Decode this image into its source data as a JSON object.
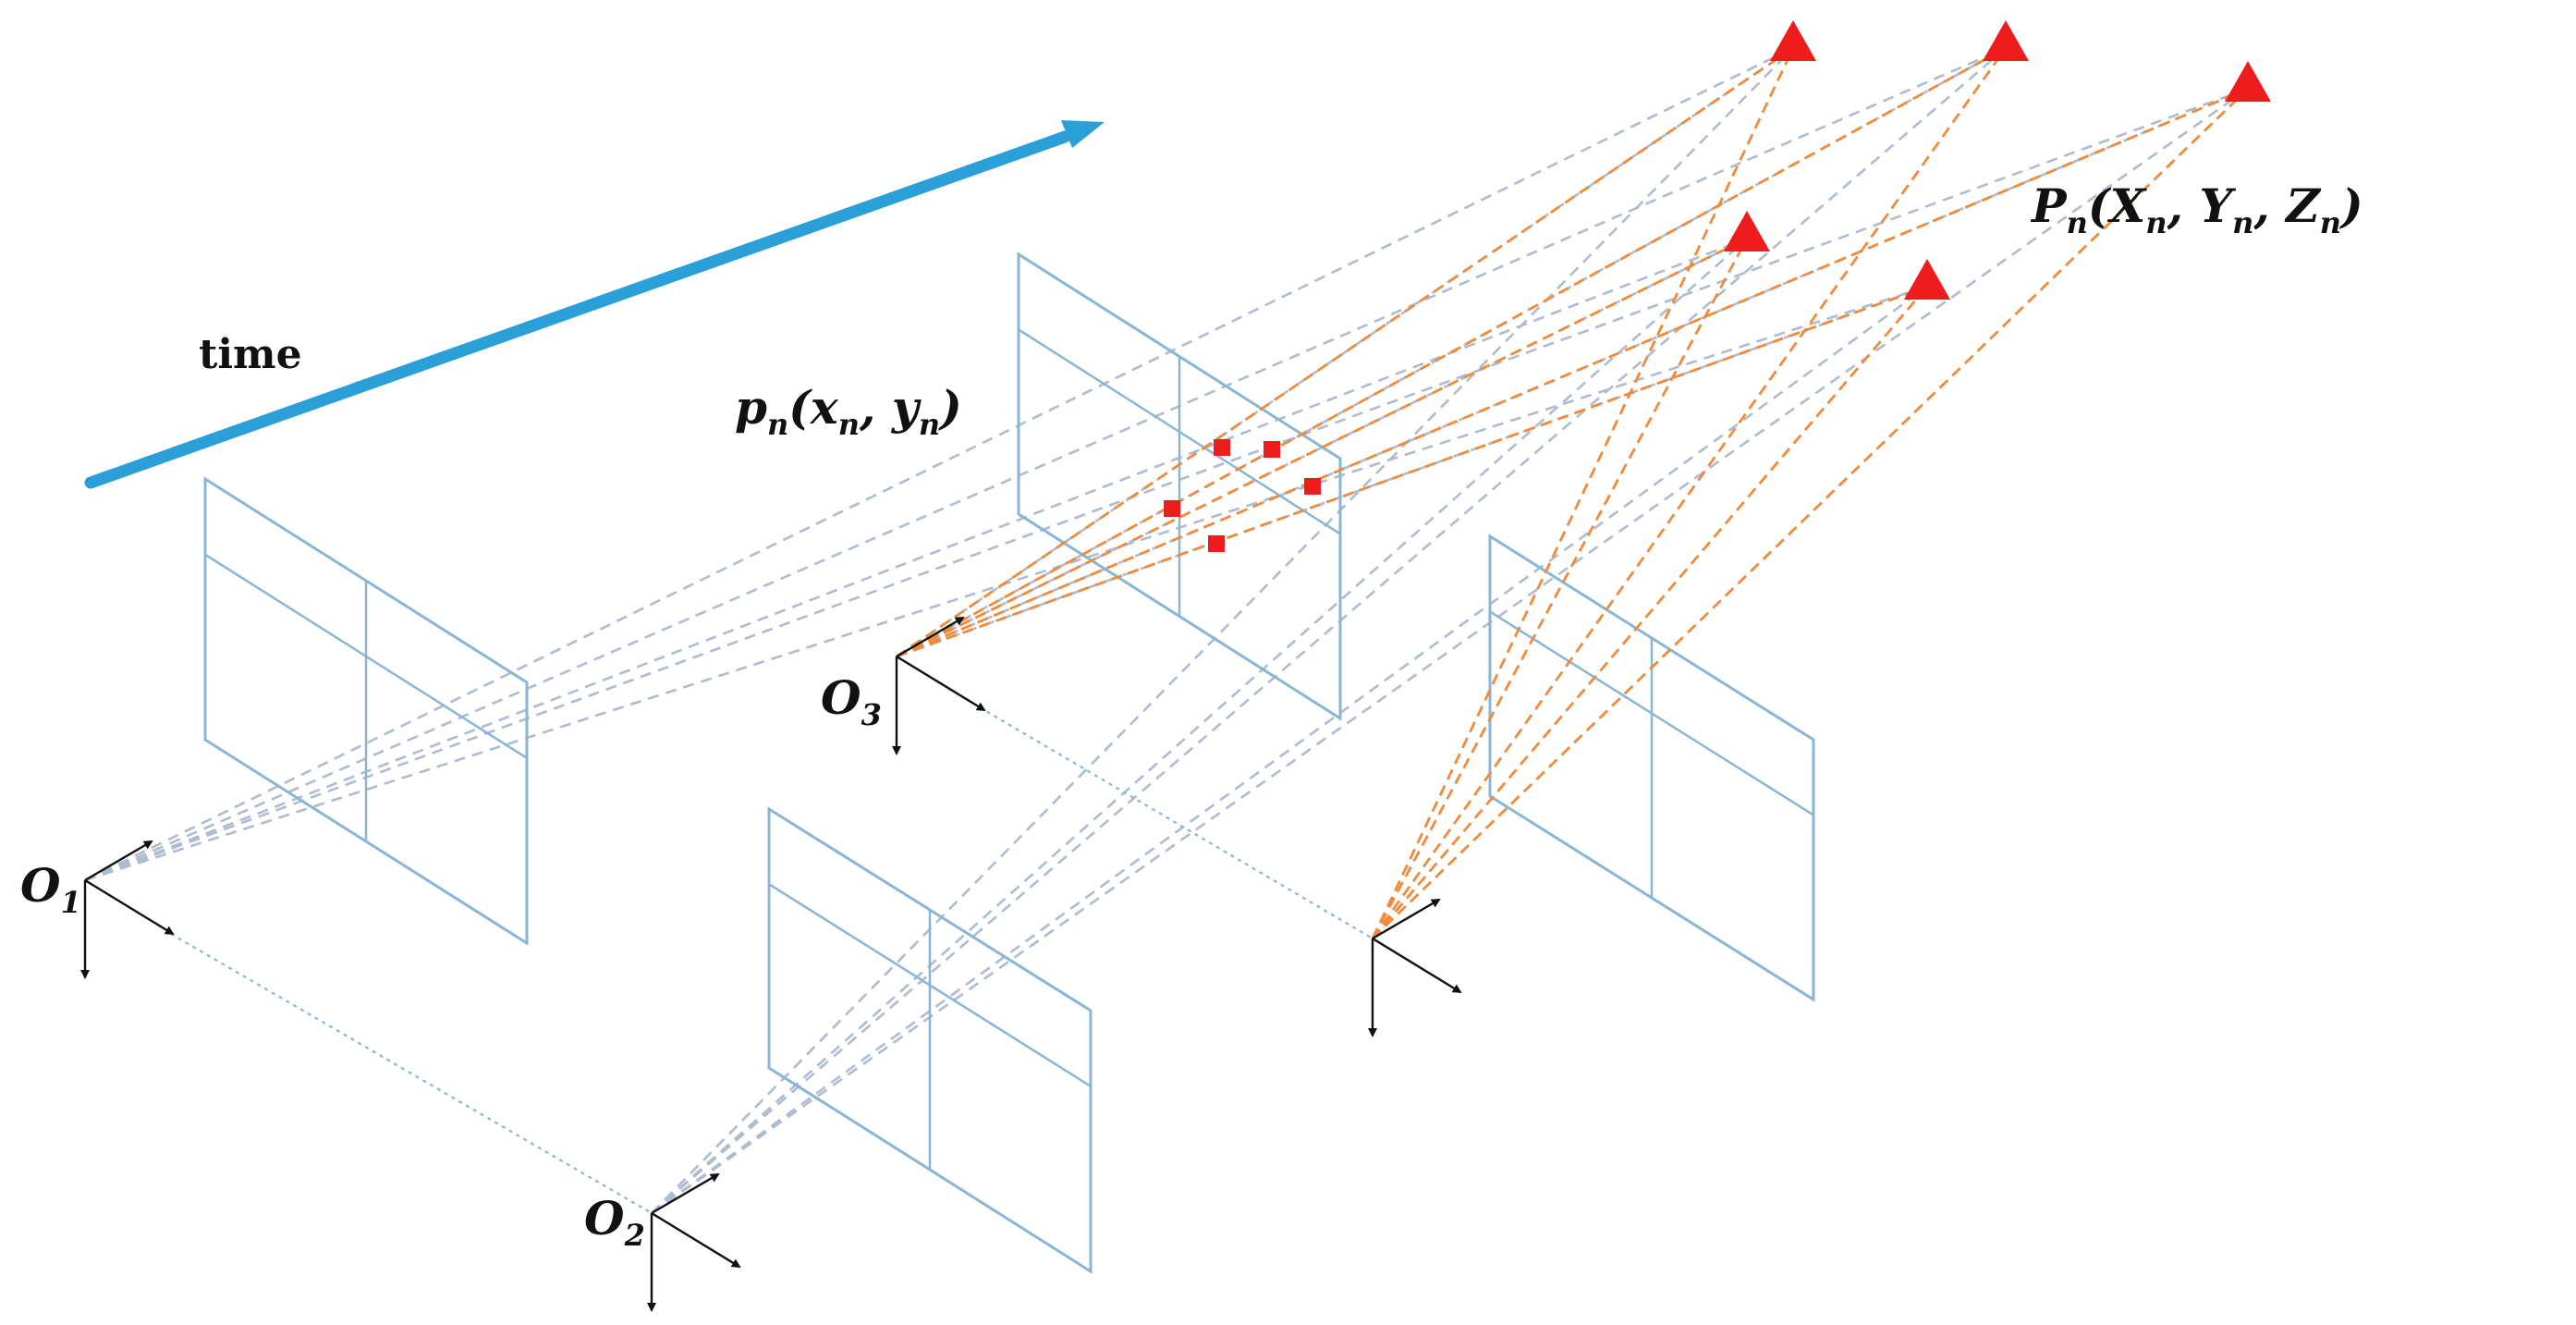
{
  "labels": {
    "time": "time",
    "image_point": {
      "base": "p",
      "sub": "n",
      "args": [
        {
          "base": "x",
          "sub": "n"
        },
        {
          "base": "y",
          "sub": "n"
        }
      ]
    },
    "world_point": {
      "base": "P",
      "sub": "n",
      "args": [
        {
          "base": "X",
          "sub": "n"
        },
        {
          "base": "Y",
          "sub": "n"
        },
        {
          "base": "Z",
          "sub": "n"
        }
      ]
    },
    "cameras": [
      {
        "base": "O",
        "sub": "1"
      },
      {
        "base": "O",
        "sub": "2"
      },
      {
        "base": "O",
        "sub": "3"
      }
    ]
  },
  "colors": {
    "time_arrow": "#2a9fd8",
    "image_plane": "#8ab6d6",
    "projection_ray": "#aebbd0",
    "highlight_ray": "#f08a3c",
    "world_point": "#ee1c1c",
    "image_point": "#ee1c1c",
    "axis": "#111111"
  },
  "icons": {
    "world_point_marker": "triangle",
    "image_point_marker": "square"
  }
}
